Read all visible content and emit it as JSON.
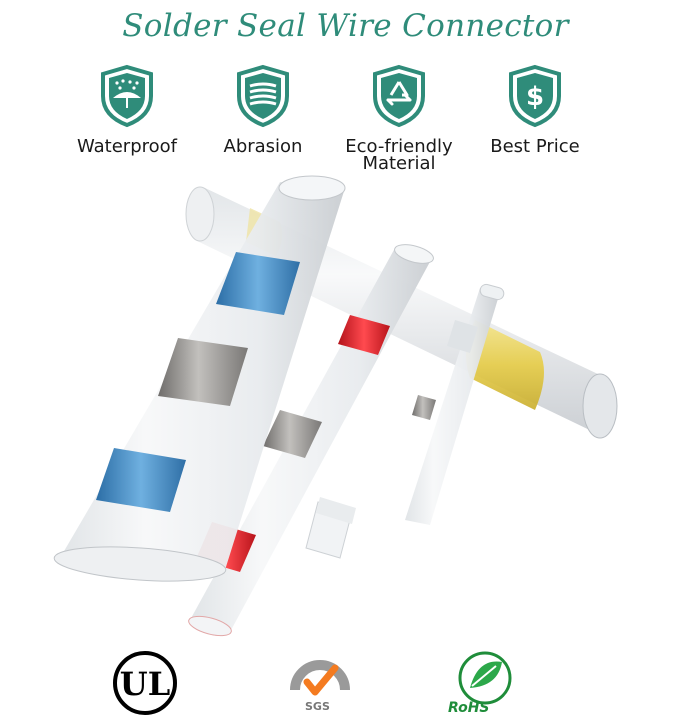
{
  "title": "Solder Seal Wire Connector",
  "features": [
    {
      "label": "Waterproof",
      "icon": "waterproof-shield-icon"
    },
    {
      "label": "Abrasion",
      "icon": "abrasion-shield-icon"
    },
    {
      "label": "Eco-friendly\nMaterial",
      "icon": "recycle-shield-icon"
    },
    {
      "label": "Best Price",
      "icon": "dollar-shield-icon"
    }
  ],
  "certifications": {
    "ul": {
      "icon": "ul-logo-icon",
      "text": "UL"
    },
    "sgs": {
      "icon": "sgs-logo-icon",
      "text": "SGS"
    },
    "rohs": {
      "icon": "rohs-logo-icon",
      "text": "RoHS"
    }
  },
  "colors": {
    "title": "#2f8c7a",
    "shield": "#2f8c7a",
    "blue_band": "#3f8fc9",
    "red_band": "#e8262c",
    "yellow_band": "#e9d35a",
    "solder": "#9c9a97"
  }
}
